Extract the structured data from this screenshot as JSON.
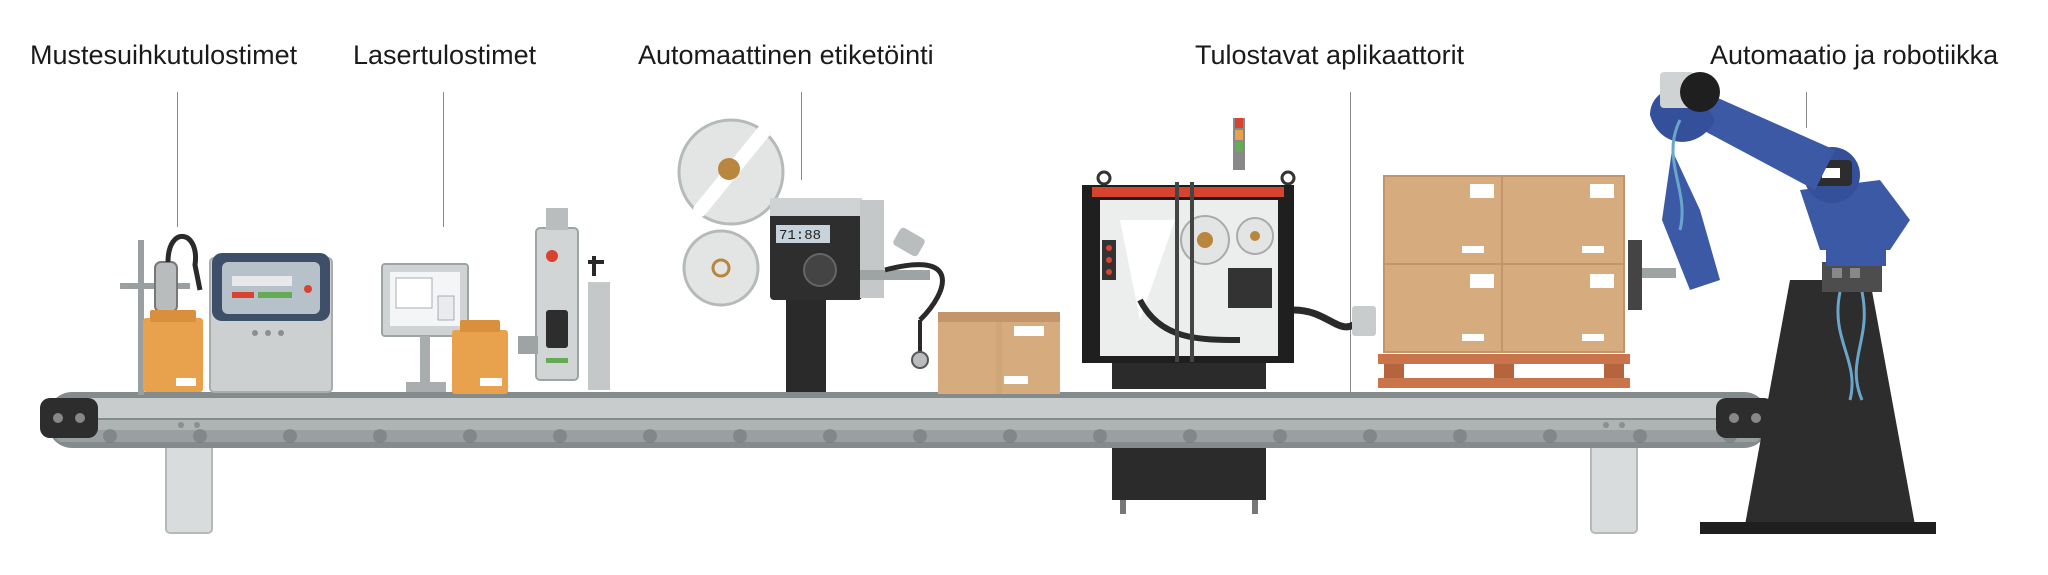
{
  "labels": {
    "inkjet": "Mustesuihkutulostimet",
    "laser": "Lasertulostimet",
    "labeling": "Automaattinen etiketöinti",
    "print_apply": "Tulostavat aplikaattorit",
    "robotics": "Automaatio ja robotiikka"
  },
  "display": {
    "labeler_readout": "71:88"
  },
  "colors": {
    "box": "#d6ab7e",
    "box_shadow": "#c4956a",
    "orange_box": "#e8a14c",
    "machine_gray": "#c9cccd",
    "dark": "#2b2b2b",
    "robot_blue": "#3c59a6",
    "red": "#d8432f",
    "belt": "#b9bdbe",
    "rail": "#8f9697",
    "pallet": "#c9744a"
  }
}
